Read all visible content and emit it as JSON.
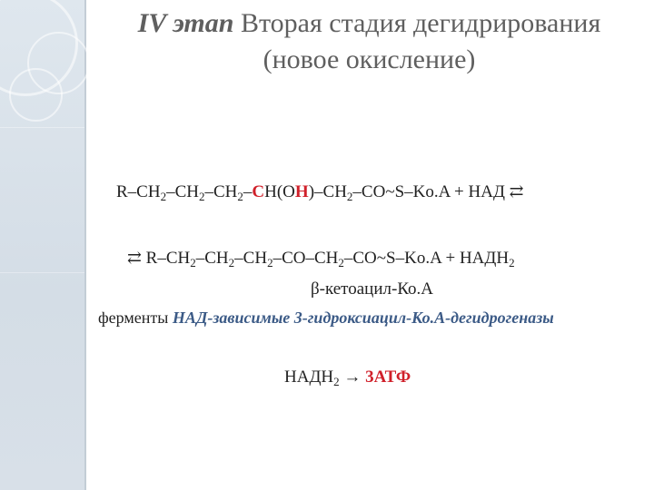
{
  "title": {
    "stage": "IV этап",
    "line1": "Вторая стадия дегидрирования",
    "line2": "(новое окисление)"
  },
  "reaction": {
    "part1": "R–CH",
    "sub1": "2",
    "part2": "–CH",
    "sub2": "2",
    "part3": "–CH",
    "sub3": "2",
    "part4": "–",
    "highlight": "C",
    "part5": "H(O",
    "highlight2": "H",
    "part6": ")–CH",
    "sub4": "2",
    "part7": "–CO~S–Ko.A + НАД ⇄",
    "line2a": "⇄ R–CH",
    "line2sub1": "2",
    "line2b": "–CH",
    "line2sub2": "2",
    "line2c": "–CH",
    "line2sub3": "2",
    "line2d": "–CO–CH",
    "line2sub4": "2",
    "line2e": "–CO~S–Ko.A + НАДН",
    "line2sub5": "2"
  },
  "product": "β-кетоацил-Ко.А",
  "enzymes": {
    "label": "ферменты",
    "name": "НАД-зависимые 3-гидроксиацил-Ко.А-дегидрогеназы"
  },
  "yield": {
    "left": "НАДН",
    "sub": "2",
    "arrow": " → ",
    "right": "3АТФ"
  },
  "colors": {
    "accent_red": "#d0202a",
    "accent_blue": "#3b5a86",
    "title_gray": "#5f5f5f",
    "panel": "#dfe7ee"
  }
}
